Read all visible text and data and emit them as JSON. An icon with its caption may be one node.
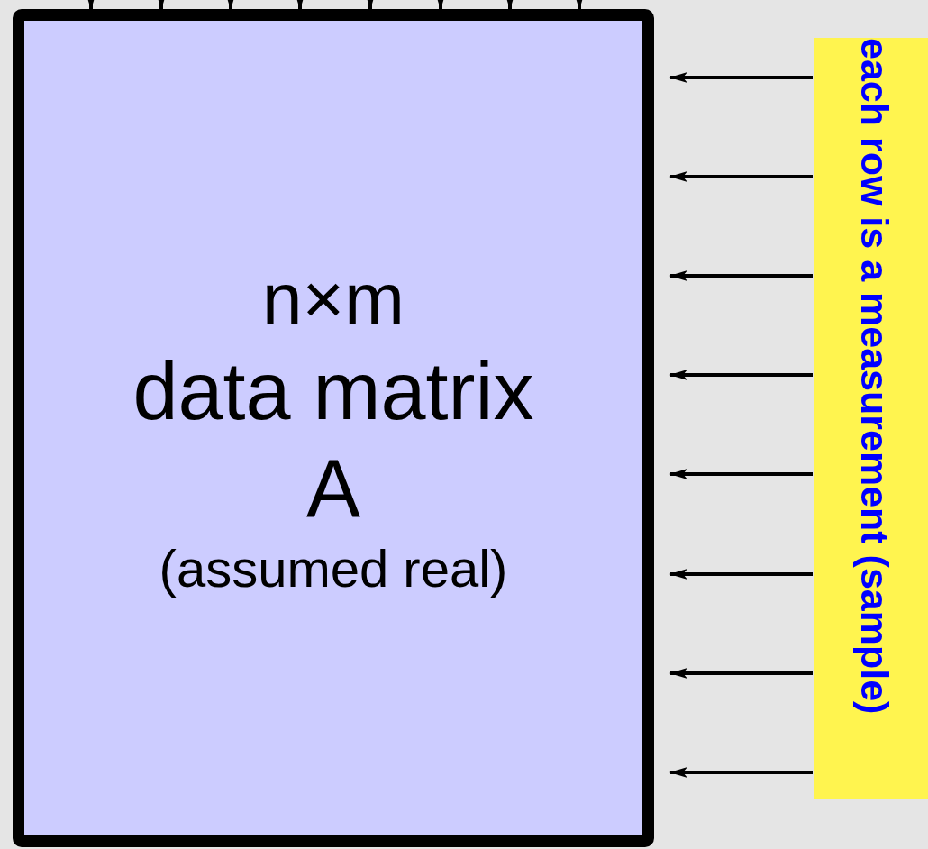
{
  "diagram": {
    "nodes": [
      {
        "text": [
          "n×m",
          "data matrix",
          "A",
          "(assumed real)"
        ]
      },
      {
        "text": [
          "each row is a measurement (sample)"
        ]
      }
    ],
    "edges": [
      {
        "from": null,
        "to": 0,
        "arrow": "to"
      },
      {
        "from": null,
        "to": 0,
        "arrow": "to"
      },
      {
        "from": null,
        "to": 0,
        "arrow": "to"
      },
      {
        "from": null,
        "to": 0,
        "arrow": "to"
      },
      {
        "from": null,
        "to": 0,
        "arrow": "to"
      },
      {
        "from": null,
        "to": 0,
        "arrow": "to"
      },
      {
        "from": null,
        "to": 0,
        "arrow": "to"
      },
      {
        "from": null,
        "to": 0,
        "arrow": "to"
      },
      {
        "from": 1,
        "to": 0,
        "arrow": "to"
      },
      {
        "from": 1,
        "to": 0,
        "arrow": "to"
      },
      {
        "from": 1,
        "to": 0,
        "arrow": "to"
      },
      {
        "from": 1,
        "to": 0,
        "arrow": "to"
      },
      {
        "from": 1,
        "to": 0,
        "arrow": "to"
      },
      {
        "from": 1,
        "to": 0,
        "arrow": "to"
      },
      {
        "from": 1,
        "to": 0,
        "arrow": "to"
      },
      {
        "from": 1,
        "to": 0,
        "arrow": "to"
      }
    ]
  }
}
